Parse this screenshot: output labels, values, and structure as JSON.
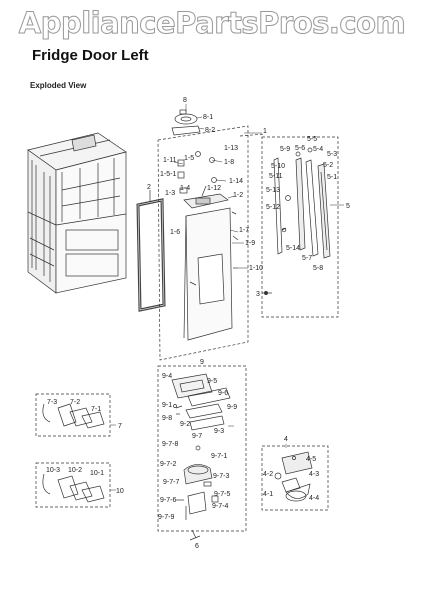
{
  "watermark": "AppliancePartsPros.com",
  "title": "Fridge Door Left",
  "subtitle": "Exploded View",
  "callouts": {
    "c8": "8",
    "c8_1": "8-1",
    "c8_2": "8-2",
    "c1": "1",
    "c1_11": "1-11",
    "c1_5": "1-5",
    "c1_5_1": "1-5-1",
    "c1_13": "1-13",
    "c1_8": "1-8",
    "c1_14": "1-14",
    "c1_3": "1-3",
    "c1_4": "1-4",
    "c1_12": "1-12",
    "c1_2": "1-2",
    "c1_6": "1-6",
    "c1_7": "1-7",
    "c1_9": "1-9",
    "c1_10": "1-10",
    "c2": "2",
    "c3": "3",
    "c5_5": "5-5",
    "c5_9": "5-9",
    "c5_6": "5-6",
    "c5_4": "5-4",
    "c5_3": "5-3",
    "c5_10": "5-10",
    "c5_2": "5-2",
    "c5_11": "5-11",
    "c5_1": "5-1",
    "c5_13": "5-13",
    "c5_12": "5-12",
    "c5": "5",
    "c5_14": "5-14",
    "c5_7": "5-7",
    "c5_8": "5-8",
    "c9": "9",
    "c9_4": "9-4",
    "c9_5": "9-5",
    "c9_6": "9-6",
    "c9_1": "9-1",
    "c9_9": "9-9",
    "c9_8": "9-8",
    "c9_2": "9-2",
    "c9_3": "9-3",
    "c9_7": "9-7",
    "c9_7_8": "9-7-8",
    "c9_7_1": "9-7-1",
    "c9_7_2": "9-7-2",
    "c9_7_3": "9-7-3",
    "c9_7_7": "9-7-7",
    "c9_7_6": "9-7-6",
    "c9_7_5": "9-7-5",
    "c9_7_4": "9-7-4",
    "c9_7_9": "9-7-9",
    "c6": "6",
    "c7_3": "7-3",
    "c7_2": "7-2",
    "c7_1": "7-1",
    "c7": "7",
    "c10_3": "10-3",
    "c10_2": "10-2",
    "c10_1": "10-1",
    "c10": "10",
    "c4": "4",
    "c4_5": "4-5",
    "c4_2": "4-2",
    "c4_3": "4-3",
    "c4_1": "4-1",
    "c4_4": "4-4"
  }
}
